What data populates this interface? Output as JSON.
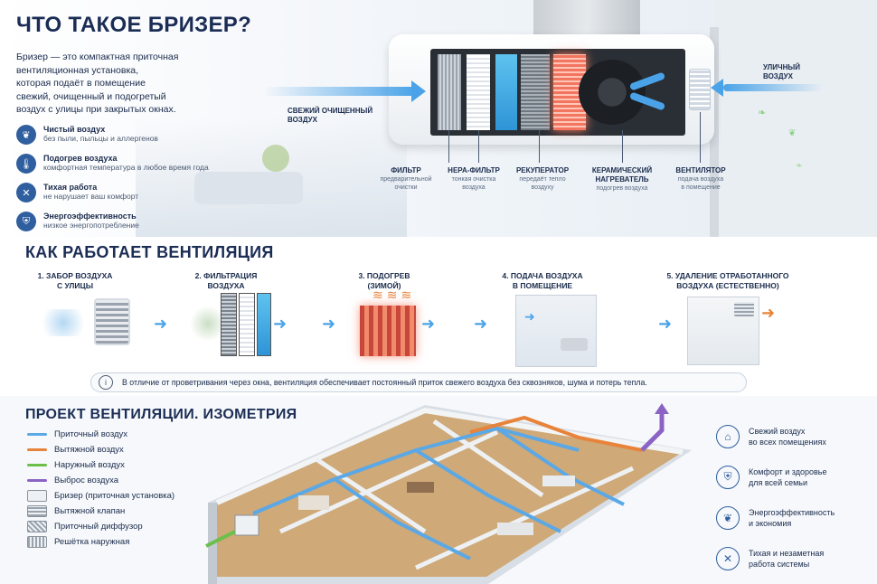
{
  "s1": {
    "title": "ЧТО ТАКОЕ БРИЗЕР?",
    "intro": [
      "Бризер — это компактная приточная",
      "вентиляционная установка,",
      "которая подаёт в помещение",
      "свежий, очищенный и подогретый",
      "воздух с улицы при закрытых окнах."
    ],
    "features": [
      {
        "icon": "leaf-icon",
        "title": "Чистый воздух",
        "sub": "без пыли, пыльцы и аллергенов"
      },
      {
        "icon": "thermometer-icon",
        "title": "Подогрев воздуха",
        "sub": "комфортная температура в любое время года"
      },
      {
        "icon": "mute-speaker-icon",
        "title": "Тихая работа",
        "sub": "не нарушает ваш комфорт"
      },
      {
        "icon": "shield-icon",
        "title": "Энергоэффективность",
        "sub": "низкое энергопотребление"
      }
    ],
    "fresh_label": [
      "СВЕЖИЙ ОЧИЩЕННЫЙ",
      "ВОЗДУХ"
    ],
    "street_label": [
      "УЛИЧНЫЙ",
      "ВОЗДУХ"
    ],
    "parts": [
      {
        "title": [
          "ФИЛЬТР"
        ],
        "sub": [
          "предварительной",
          "очистки"
        ]
      },
      {
        "title": [
          "HEPA-ФИЛЬТР"
        ],
        "sub": [
          "тонкая очистка",
          "воздуха"
        ]
      },
      {
        "title": [
          "РЕКУПЕРАТОР"
        ],
        "sub": [
          "передаёт тепло",
          "воздуху"
        ]
      },
      {
        "title": [
          "КЕРАМИЧЕСКИЙ",
          "НАГРЕВАТЕЛЬ"
        ],
        "sub": [
          "подогрев воздуха"
        ]
      },
      {
        "title": [
          "ВЕНТИЛЯТОР"
        ],
        "sub": [
          "подача воздуха",
          "в помещение"
        ]
      }
    ]
  },
  "s2": {
    "title": "КАК РАБОТАЕТ ВЕНТИЛЯЦИЯ",
    "steps": [
      {
        "lines": [
          "1. ЗАБОР ВОЗДУХА",
          "С УЛИЦЫ"
        ]
      },
      {
        "lines": [
          "2. ФИЛЬТРАЦИЯ",
          "ВОЗДУХА"
        ]
      },
      {
        "lines": [
          "3. ПОДОГРЕВ",
          "(ЗИМОЙ)"
        ]
      },
      {
        "lines": [
          "4. ПОДАЧА ВОЗДУХА",
          "В ПОМЕЩЕНИЕ"
        ]
      },
      {
        "lines": [
          "5. УДАЛЕНИЕ ОТРАБОТАННОГО",
          "ВОЗДУХА (ЕСТЕСТВЕННО)"
        ]
      }
    ],
    "note": "В отличие от проветривания через окна, вентиляция обеспечивает постоянный приток свежего воздуха без сквозняков, шума и потерь тепла."
  },
  "s3": {
    "title": "ПРОЕКТ ВЕНТИЛЯЦИИ. ИЗОМЕТРИЯ",
    "legend": [
      {
        "label": "Приточный воздух",
        "color": "#5aa8e6"
      },
      {
        "label": "Вытяжной воздух",
        "color": "#e8833a"
      },
      {
        "label": "Наружный воздух",
        "color": "#6bbf4a"
      },
      {
        "label": "Выброс воздуха",
        "color": "#8a63c4"
      }
    ],
    "legend_icons": [
      {
        "label": "Бризер (приточная установка)",
        "icon": "breezer-icon"
      },
      {
        "label": "Вытяжной клапан",
        "icon": "exhaust-valve-icon"
      },
      {
        "label": "Приточный диффузор",
        "icon": "diffuser-icon"
      },
      {
        "label": "Решётка наружная",
        "icon": "grille-icon"
      }
    ],
    "benefits": [
      {
        "icon": "house-icon",
        "lines": [
          "Свежий воздух",
          "во всех помещениях"
        ]
      },
      {
        "icon": "shield-heart-icon",
        "lines": [
          "Комфорт и здоровье",
          "для всей семьи"
        ]
      },
      {
        "icon": "leaf-icon",
        "lines": [
          "Энергоэффективность",
          "и экономия"
        ]
      },
      {
        "icon": "mute-speaker-icon",
        "lines": [
          "Тихая и незаметная",
          "работа системы"
        ]
      }
    ]
  }
}
